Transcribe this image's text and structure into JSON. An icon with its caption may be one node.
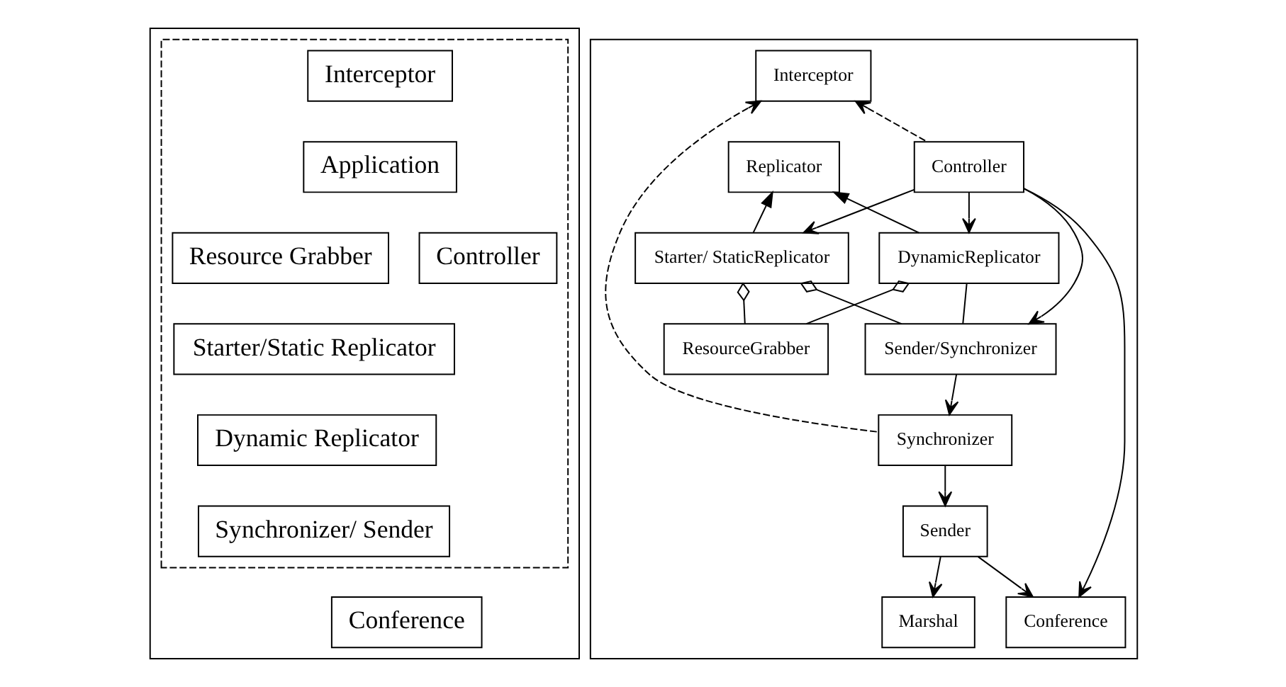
{
  "diagram": {
    "nodes": [
      {
        "text": [],
        "shape": "box"
      },
      {
        "text": [],
        "shape": "box",
        "in": 0
      },
      {
        "text": [
          "Interceptor"
        ],
        "in": 1
      },
      {
        "text": [
          "Application"
        ],
        "in": 1
      },
      {
        "text": [
          "Controller"
        ],
        "in": 1
      },
      {
        "text": [
          "Resource Grabber"
        ],
        "in": 1
      },
      {
        "text": [
          "Starter/Static Replicator"
        ],
        "in": 1
      },
      {
        "text": [
          "Dynamic Replicator"
        ],
        "in": 1
      },
      {
        "text": [
          "Synchronizer/ Sender"
        ],
        "in": 1
      },
      {
        "text": [
          "Conference"
        ],
        "in": 0
      },
      {
        "text": [],
        "shape": "box"
      },
      {
        "text": [
          "Interceptor"
        ],
        "in": 10
      },
      {
        "text": [
          "Replicator"
        ],
        "in": 10
      },
      {
        "text": [
          "Controller"
        ],
        "in": 10
      },
      {
        "text": [
          "DynamicReplicator"
        ],
        "in": 10
      },
      {
        "text": [
          "Starter/ StaticReplicator"
        ],
        "in": 10
      },
      {
        "text": [
          "ResourceGrabber"
        ],
        "in": 10
      },
      {
        "text": [
          "Sender/Synchronizer"
        ],
        "in": 10
      },
      {
        "text": [
          "Synchronizer"
        ],
        "in": 10
      },
      {
        "text": [
          "Sender"
        ],
        "in": 10
      },
      {
        "text": [
          "Marshal"
        ],
        "in": 10
      },
      {
        "text": [
          "Conference"
        ],
        "in": 10
      }
    ],
    "edges": [
      {
        "from": 13,
        "to": 11,
        "arrow": "to",
        "style": "dashed"
      },
      {
        "from": 18,
        "to": 11,
        "arrow": "to",
        "style": "dashed"
      },
      {
        "from": 14,
        "to": 12,
        "arrow": "to"
      },
      {
        "from": 15,
        "to": 12,
        "arrow": "to"
      },
      {
        "from": 13,
        "to": 14,
        "arrow": "to"
      },
      {
        "from": 13,
        "to": 15,
        "arrow": "to"
      },
      {
        "from": 13,
        "to": 17,
        "arrow": "to"
      },
      {
        "from": 13,
        "to": 21,
        "arrow": "to"
      },
      {
        "from": 14,
        "to": 17,
        "arrow": "none"
      },
      {
        "from": 14,
        "to": 16,
        "arrow": "other"
      },
      {
        "from": 15,
        "to": 16,
        "arrow": "other"
      },
      {
        "from": 15,
        "to": 17,
        "arrow": "other"
      },
      {
        "from": 17,
        "to": 18,
        "arrow": "to"
      },
      {
        "from": 18,
        "to": 19,
        "arrow": "to"
      },
      {
        "from": 19,
        "to": 20,
        "arrow": "to"
      },
      {
        "from": 19,
        "to": 21,
        "arrow": "to"
      }
    ]
  }
}
